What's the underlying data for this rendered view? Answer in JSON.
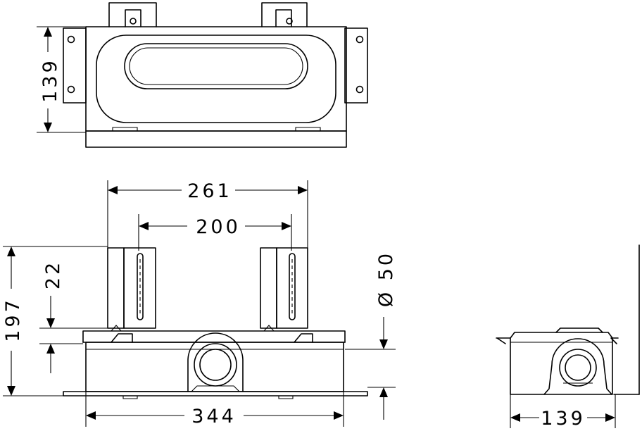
{
  "dimensions": {
    "top_view_depth": "139",
    "front_width_outer": "261",
    "front_width_inner": "200",
    "front_height_total": "197",
    "front_offset": "22",
    "outlet_diameter": "Ø 50",
    "front_base_width": "344",
    "side_depth": "139"
  }
}
